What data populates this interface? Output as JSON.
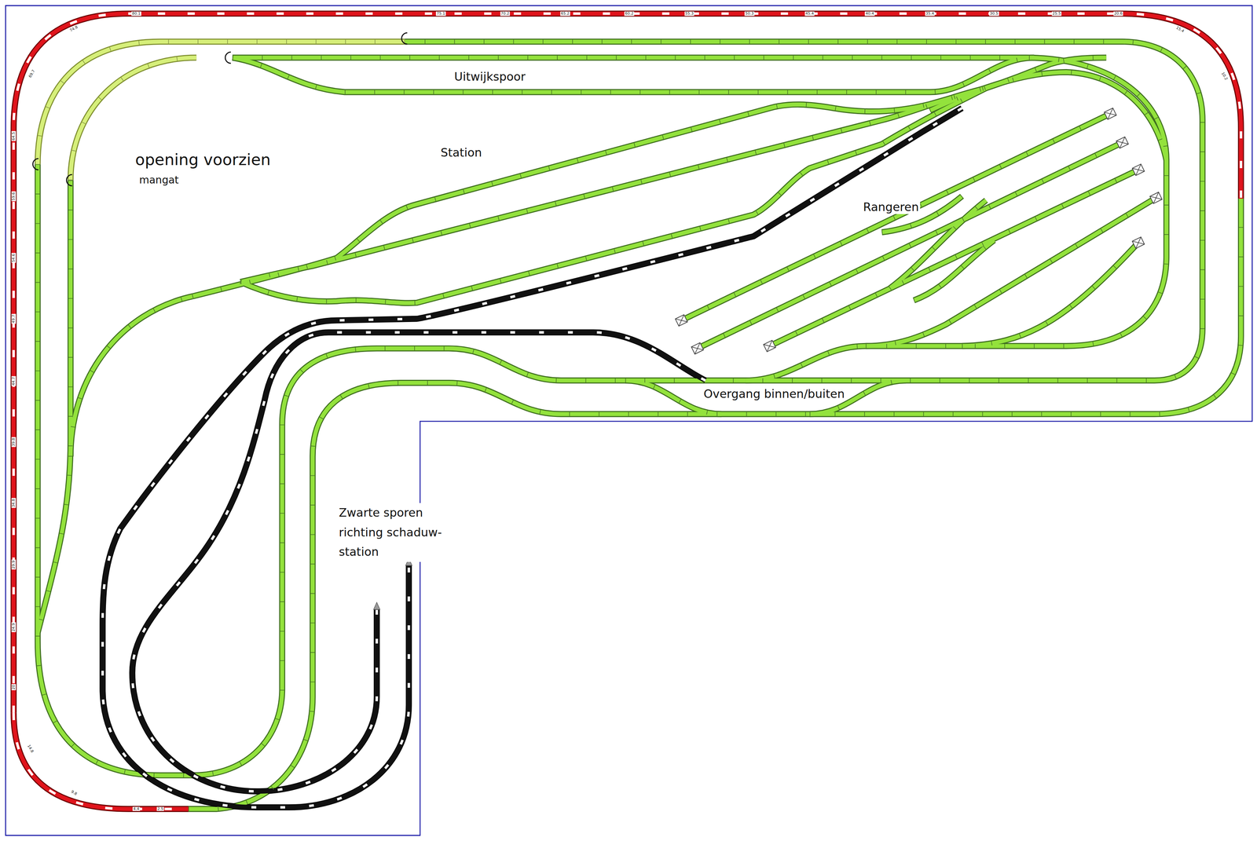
{
  "diagram": {
    "labels": [
      "Uitwijkspoor",
      "opening voorzien",
      "mangat",
      "Station",
      "Rangeren",
      "Overgang binnen/buiten",
      "Zwarte sporen richting schaduw- station",
      "74.8",
      "80.1",
      "75.1",
      "70.2",
      "65.2",
      "60.2",
      "55.3",
      "50.3",
      "45.4",
      "40.4",
      "35.4",
      "30.5",
      "25.5",
      "20.6",
      "15.4",
      "10.2",
      "69.7",
      "64.5",
      "59.6",
      "54.6",
      "49.7",
      "44.7",
      "39.8",
      "34.8",
      "29.9",
      "24.9",
      "20",
      "14.8",
      "9.8",
      "4.4",
      "2.5"
    ]
  }
}
